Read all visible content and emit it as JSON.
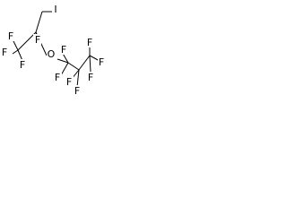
{
  "molecule": {
    "atoms": {
      "iodine": "I",
      "f_c2": "F",
      "f_left_top": "F",
      "f_left_mid": "F",
      "f_left_bottom": "F",
      "oxygen": "O",
      "f_c4_top": "F",
      "f_c4_bottom": "F",
      "f_c5_top": "F",
      "f_c5_bottom": "F",
      "f_c6_top": "F",
      "f_c6_right": "F",
      "f_c6_bottom": "F"
    }
  },
  "colors": {
    "ink": "#000000",
    "background": "#ffffff"
  }
}
